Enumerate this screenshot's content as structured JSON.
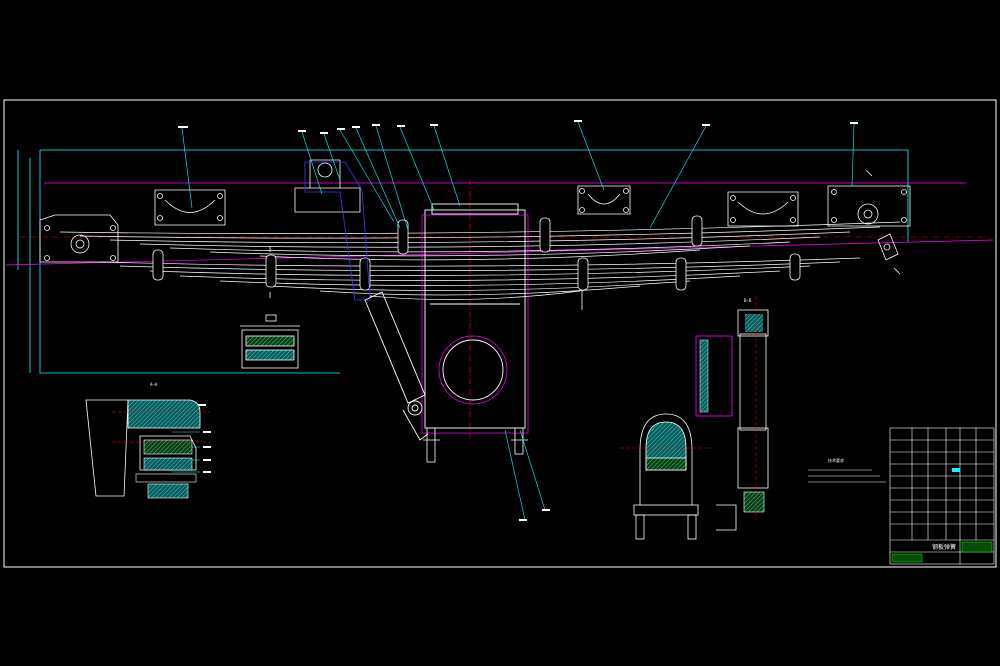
{
  "colors": {
    "background": "#000000",
    "outline": "#ffffff",
    "cyan": "#00ffff",
    "magenta": "#ff00ff",
    "red": "#ff0000",
    "yellow": "#ffff00",
    "green": "#00ff00",
    "hatch": "#20b0b0"
  },
  "section_label_left": "A—A",
  "section_label_right": "B—B",
  "notes_heading": "技术要求",
  "title_block": {
    "name": "钢板弹簧"
  }
}
